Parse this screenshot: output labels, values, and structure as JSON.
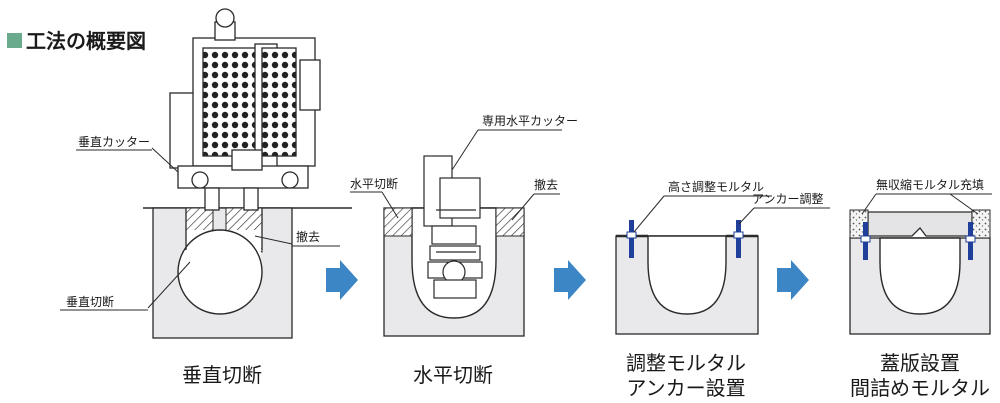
{
  "header": {
    "title": "工法の概要図",
    "marker_color": "#6aab8e"
  },
  "steps": [
    {
      "caption": [
        "垂直切断"
      ],
      "labels": {
        "vertical_cutter": "垂直カッター",
        "removal": "撤去",
        "vertical_cut": "垂直切断"
      }
    },
    {
      "caption": [
        "水平切断"
      ],
      "labels": {
        "dedicated_cutter": "専用水平カッター",
        "horizontal_cut": "水平切断",
        "removal": "撤去"
      }
    },
    {
      "caption": [
        "調整モルタル",
        "アンカー設置"
      ],
      "labels": {
        "height_mortar": "高さ調整モルタル",
        "anchor_adjust": "アンカー調整"
      }
    },
    {
      "caption": [
        "蓋版設置",
        "間詰めモルタル"
      ],
      "labels": {
        "non_shrink": "無収縮モルタル充填"
      }
    }
  ],
  "colors": {
    "concrete": "#e9e9eb",
    "outline": "#2a2a2a",
    "arrow": "#3d86c6",
    "anchor": "#1f3f9a"
  }
}
